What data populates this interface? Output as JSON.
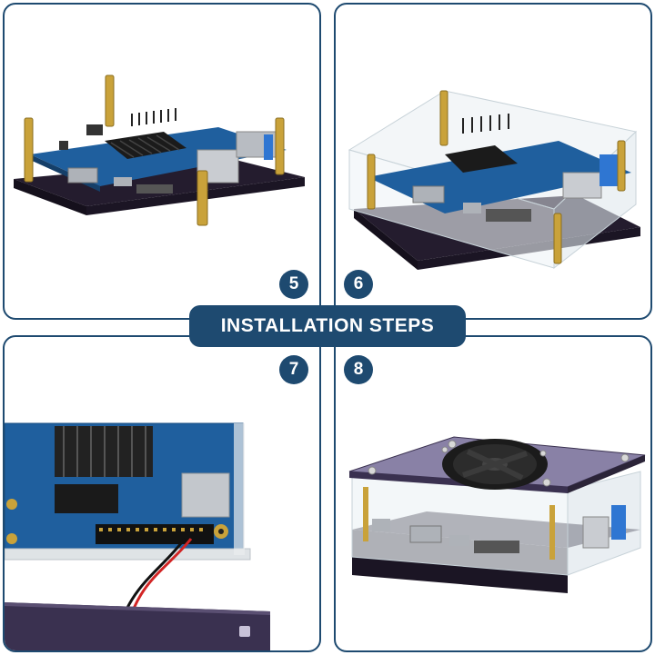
{
  "banner": {
    "title": "INSTALLATION STEPS"
  },
  "steps": [
    {
      "number": "5"
    },
    {
      "number": "6"
    },
    {
      "number": "7"
    },
    {
      "number": "8"
    }
  ],
  "colors": {
    "accent": "#1e4a70",
    "board": "#1f5f9e",
    "heatsink": "#1b1b1b",
    "standoff": "#c9a23a",
    "acrylic_dark": "#2b2438",
    "acrylic_clear": "#e7eef2"
  },
  "icons": [
    "fan-icon",
    "usb-port-icon",
    "ethernet-port-icon",
    "hdmi-port-icon"
  ]
}
